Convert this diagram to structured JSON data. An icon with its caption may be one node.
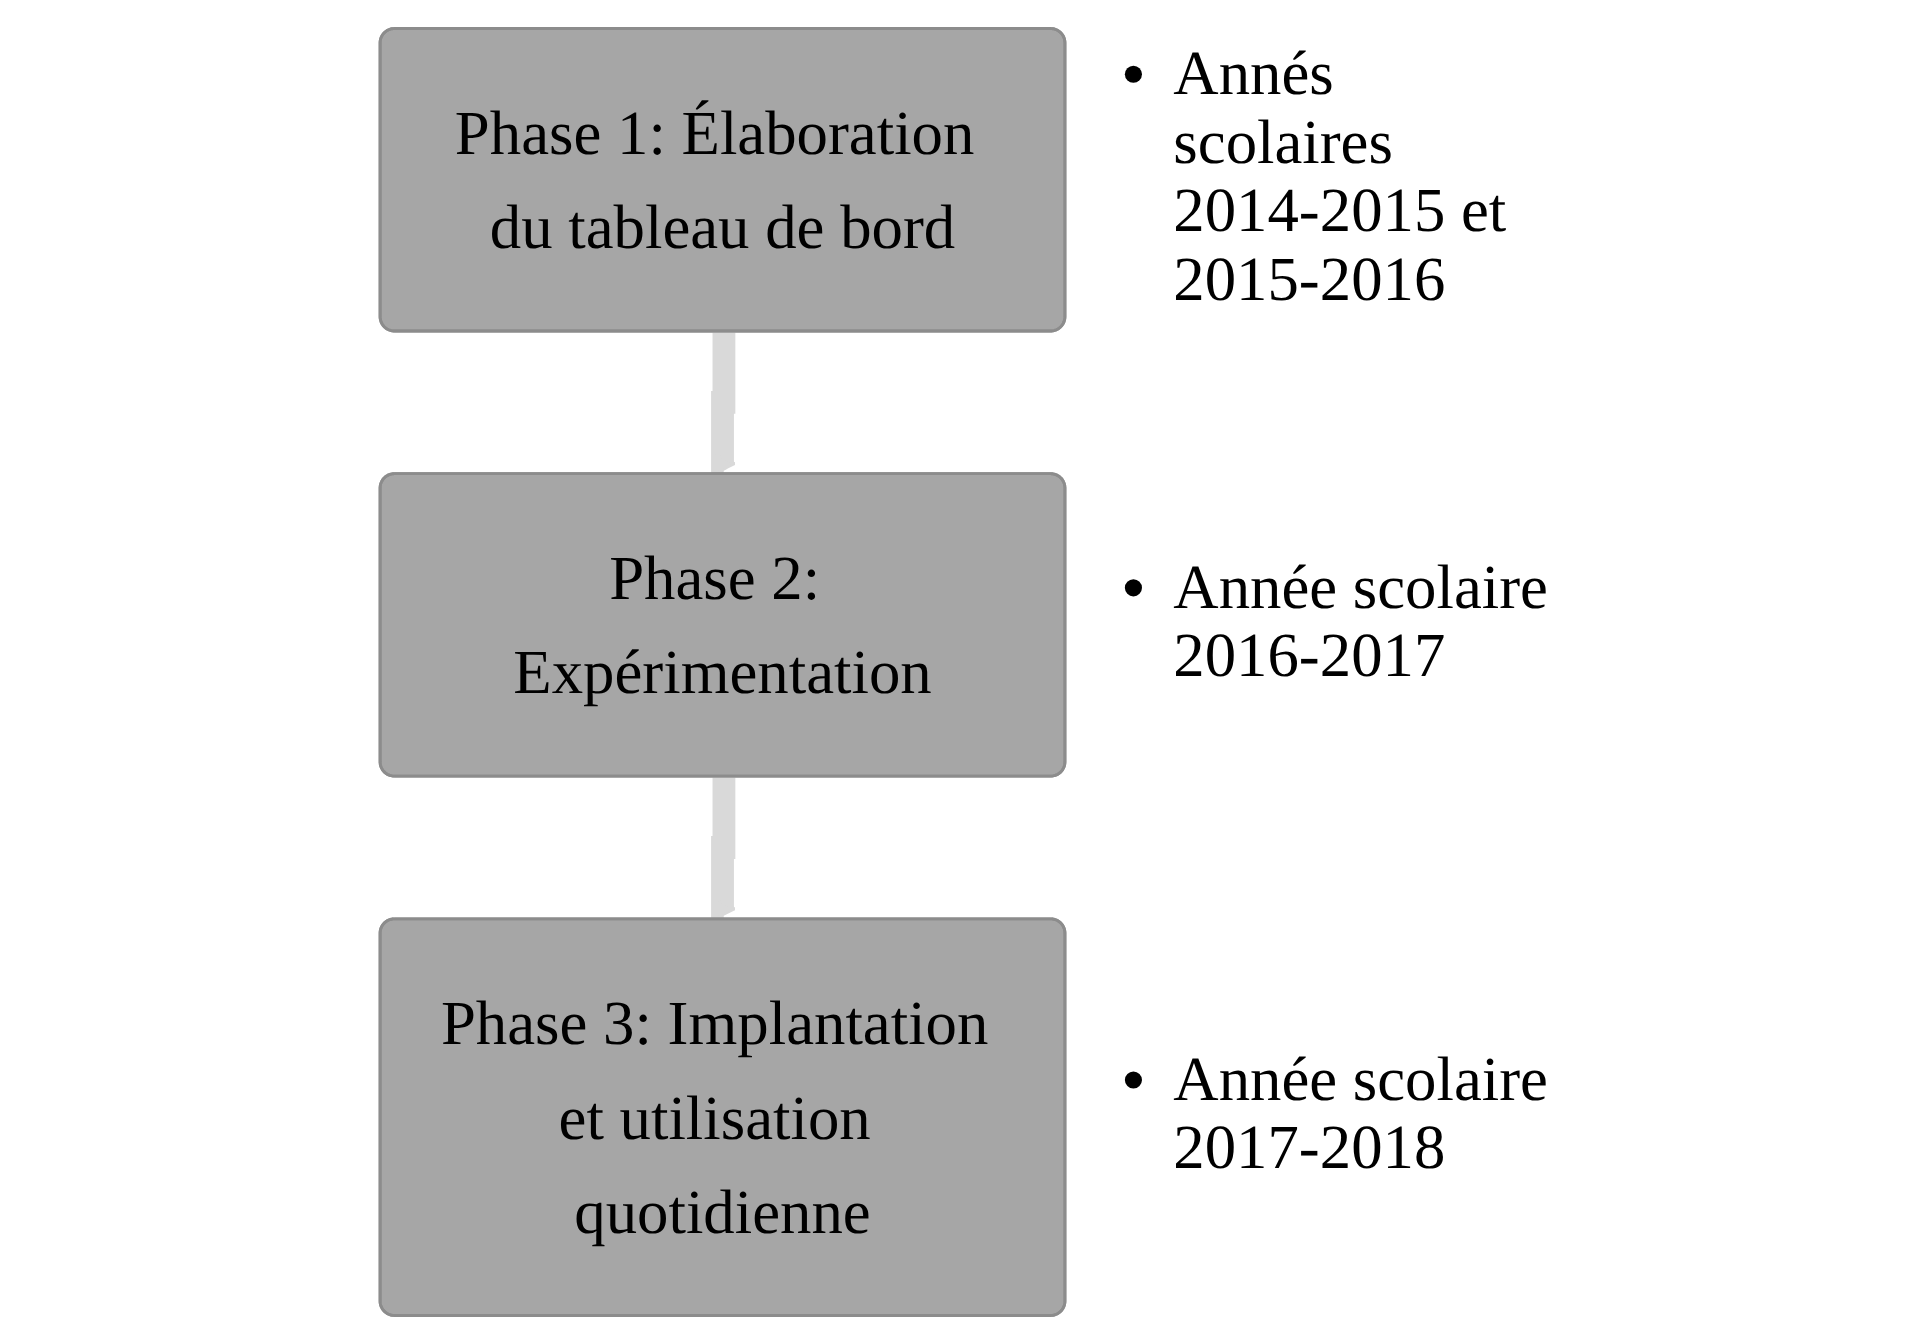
{
  "diagram": {
    "nodes": [
      {
        "text": [
          "Phase 1: Élaboration du tableau de bord"
        ],
        "beside": [
          "Annés scolaires 2014-2015 et 2015-2016"
        ]
      },
      {
        "text": [
          "Phase 2: Expérimentation"
        ],
        "beside": [
          "Année scolaire 2016-2017"
        ]
      },
      {
        "text": [
          "Phase 3: Implantation et utilisation quotidienne"
        ],
        "beside": [
          "Année scolaire 2017-2018"
        ]
      }
    ],
    "edges": [
      {
        "from": 0,
        "to": 1,
        "arrow": "to"
      },
      {
        "from": 1,
        "to": 2,
        "arrow": "to"
      }
    ]
  }
}
